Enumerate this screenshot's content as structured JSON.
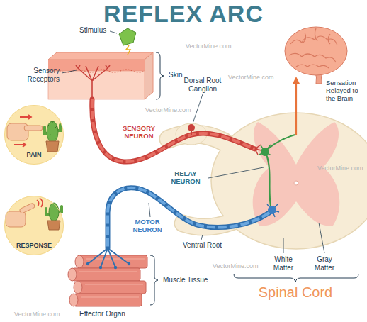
{
  "diagram": {
    "title": "REFLEX ARC",
    "nodes": [
      {
        "text": [
          "PAIN"
        ]
      },
      {
        "text": [
          "RESPONSE"
        ]
      }
    ],
    "labels": [
      "Stimulus",
      "Sensory Receptors",
      "Skin",
      "Dorsal Root Ganglion",
      "SENSORY NEURON",
      "Sensation Relayed to the Brain",
      "RELAY NEURON",
      "MOTOR NEURON",
      "Ventral Root",
      "White Matter",
      "Gray Matter",
      "Muscle Tissue",
      "Effector Organ",
      "Spinal Cord",
      "VectorMine.com",
      "VectorMine.com",
      "VectorMine.com",
      "VectorMine.com",
      "VectorMine.com",
      "VectorMine.com"
    ]
  }
}
